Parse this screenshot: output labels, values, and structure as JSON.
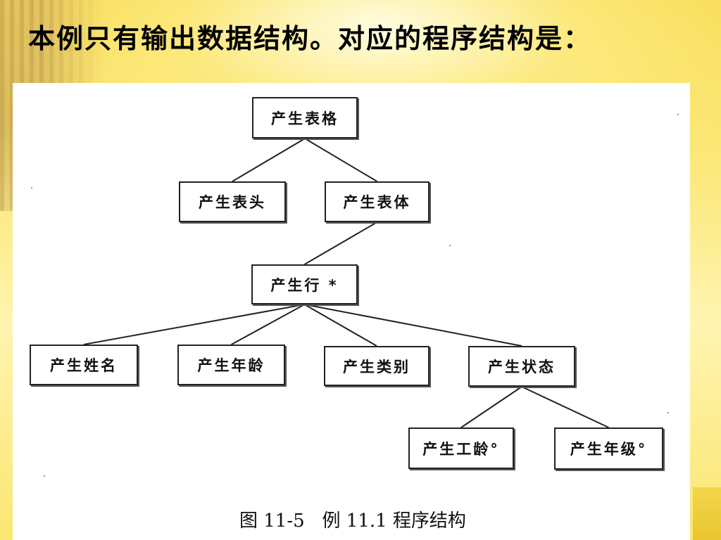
{
  "slide": {
    "title": "本例只有输出数据结构。对应的程序结构是：",
    "caption": "图 11-5   例 11.1 程序结构"
  },
  "diagram": {
    "nodes": [
      {
        "id": "n-table",
        "label": "产生表格"
      },
      {
        "id": "n-header",
        "label": "产生表头"
      },
      {
        "id": "n-body",
        "label": "产生表体"
      },
      {
        "id": "n-row",
        "label": "产生行 *"
      },
      {
        "id": "n-name",
        "label": "产生姓名"
      },
      {
        "id": "n-age",
        "label": "产生年龄"
      },
      {
        "id": "n-category",
        "label": "产生类别"
      },
      {
        "id": "n-status",
        "label": "产生状态"
      },
      {
        "id": "n-work-age",
        "label": "产生工龄°"
      },
      {
        "id": "n-grade",
        "label": "产生年级°"
      }
    ],
    "edges": [
      [
        "n-table",
        "n-header"
      ],
      [
        "n-table",
        "n-body"
      ],
      [
        "n-body",
        "n-row"
      ],
      [
        "n-row",
        "n-name"
      ],
      [
        "n-row",
        "n-age"
      ],
      [
        "n-row",
        "n-category"
      ],
      [
        "n-row",
        "n-status"
      ],
      [
        "n-status",
        "n-work-age"
      ],
      [
        "n-status",
        "n-grade"
      ]
    ]
  }
}
